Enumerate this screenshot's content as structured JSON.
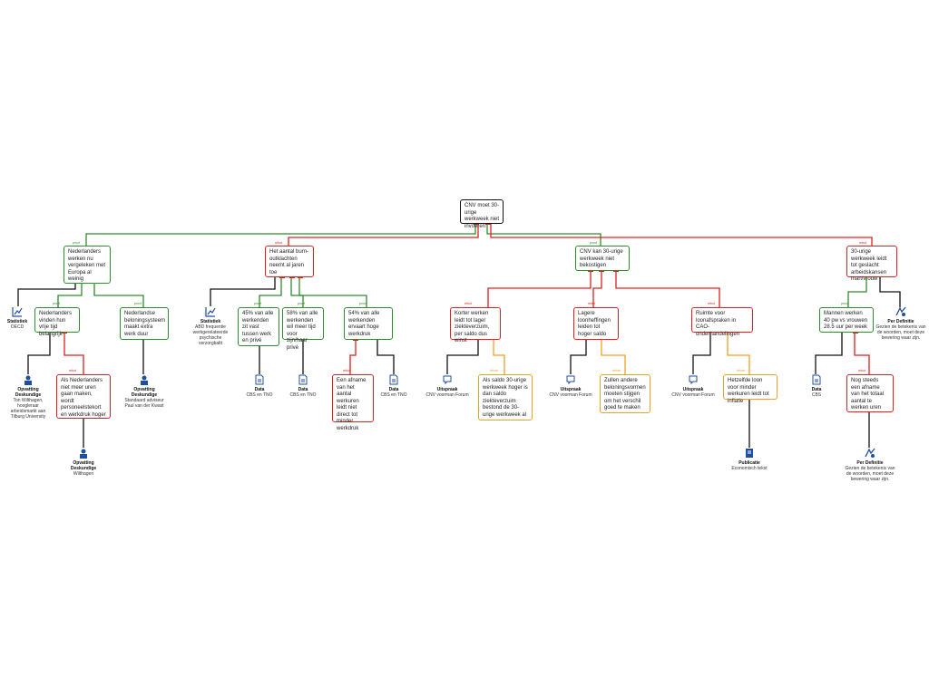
{
  "root": {
    "text": "CNV moet 30-urige werkweek niet invoeren"
  },
  "arguments": [
    {
      "text": "Nederlanders werken nu vergeleken met Europa al weinig"
    },
    {
      "text": "Het aantal burn-outklachten neemt al jaren toe"
    },
    {
      "text": "CNV kan 30-urige werkweek niet bekostigen"
    },
    {
      "text": "30-urige werkweek leidt tot geslacht arbeidskansen man/vrouw"
    }
  ],
  "sub": {
    "nl_vrije_tijd": "Nederlanders vinden hun vrije tijd belangrijk",
    "nl_beloning": "Nederlandse beloningsysteem maakt extra werk duur",
    "pct45": "45% van alle werkenden zit vast tussen werk en privé",
    "pct58": "58% van alle werkenden wil meer tijd voor zijn/haar privé",
    "pct54": "54% van alle werkenden ervaart hoge werkdruk",
    "korter": "Korter werken leidt tot lager ziekteverzuim, per saldo dus winst",
    "lagere": "Lagere loonheffingen leiden tot hoger saldo",
    "ruimte": "Ruimte voor loonafspraken in CAO-onderhandelingen",
    "mannen": "Mannen werken 40 pw vs vrouwen 28.5 uur per week",
    "als_nl": "Als Nederlanders niet meer uren gaan maken, wordt personeelstekort en werkdruk hoger",
    "afname": "Een afname van het aantal werkuren leidt niet direct tot minder werkdruk",
    "saldo": "Als saldo 30-urige werkweek hoger is dan saldo ziekteverzuim bestond de 30-urige werkweek al",
    "zullen": "Zullen andere beloningsvormen moeten stijgen om het verschil goed te maken",
    "hetzelfde": "Hetzelfde loon voor minder werkuren leidt tot inflatie",
    "nogsteeds": "Nog steeds een afname van het totaal aantal te werken uren"
  },
  "labels": {
    "green": "proof",
    "red": "rebut",
    "orange": "refute"
  },
  "sources": {
    "oecd": {
      "title": "Statistiek",
      "sub": "OECD"
    },
    "abd": {
      "title": "Statistiek",
      "sub": "ABD frequentie werkgerelateerde psychische verzorgbaltt"
    },
    "ton": {
      "title": "Opvatting Deskundige",
      "sub": "Ton Wilthagen, hoogleraar arbeidsmarkt aan Tilburg University"
    },
    "paul": {
      "title": "Opvatting Deskundige",
      "sub": "Standaard adviseur Paul van der Kwast"
    },
    "wilt2": {
      "title": "Opvatting Deskundige",
      "sub": "Wilthagen"
    },
    "d45": {
      "title": "Data",
      "sub": "CBS en TNO"
    },
    "d58": {
      "title": "Data",
      "sub": "CBS en TNO"
    },
    "d54": {
      "title": "Data",
      "sub": "CBS en TNO"
    },
    "u1": {
      "title": "Uitspraak",
      "sub": "CNV voorman Forum"
    },
    "u2": {
      "title": "Uitspraak",
      "sub": "CNV voorman Forum"
    },
    "u3": {
      "title": "Uitspraak",
      "sub": "CNV voorman Forum"
    },
    "pub": {
      "title": "Publicatie",
      "sub": "Economisch tekst"
    },
    "cbs": {
      "title": "Data",
      "sub": "CBS"
    },
    "def1": {
      "title": "Per Definitie",
      "sub": "Gezien de betekenis van de woorden, moet deze bewering waar zijn."
    },
    "def2": {
      "title": "Per Definitie",
      "sub": "Gezien de betekenis van de woorden, moet deze bewering waar zijn."
    }
  },
  "colors": {
    "green": "#2e8b2e",
    "red": "#e02020",
    "orange": "#f0a020",
    "black": "#111111",
    "icon": "#1f4fa0"
  }
}
